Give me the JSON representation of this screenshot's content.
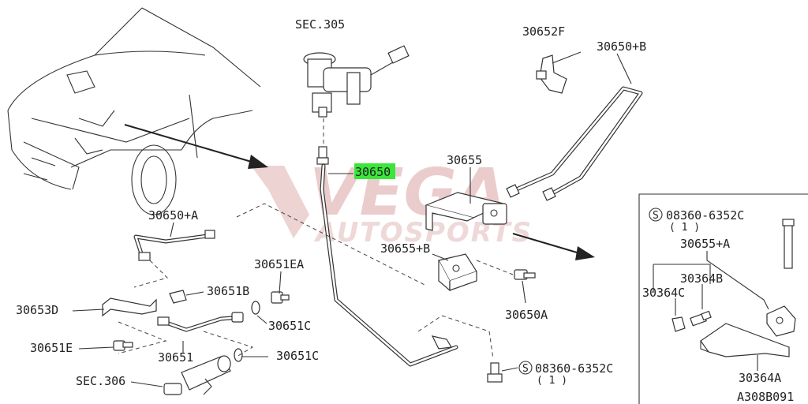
{
  "watermark": {
    "primary": "VEGA",
    "secondary": "AUTOSPORTS",
    "color": "#e8c9c9"
  },
  "highlight_color": "#39e639",
  "labels": {
    "sec305": "SEC.305",
    "p30652F": "30652F",
    "p30650B": "30650+B",
    "p30650": "30650",
    "p30655": "30655",
    "p30650A_plus": "30650+A",
    "p30651EA": "30651EA",
    "p30655B": "30655+B",
    "p30653D": "30653D",
    "p30651B": "30651B",
    "p30651C_1": "30651C",
    "p30651E": "30651E",
    "p30651": "30651",
    "p30651C_2": "30651C",
    "sec306": "SEC.306",
    "p30650A": "30650A",
    "bolt_main": "08360-6352C",
    "bolt_main_qty": "( 1 )",
    "s_symbol": "S"
  },
  "inset": {
    "bolt": "08360-6352C",
    "bolt_qty": "( 1 )",
    "s_symbol": "S",
    "p30655A": "30655+A",
    "p30364B": "30364B",
    "p30364C": "30364C",
    "p30364A": "30364A"
  },
  "diagram_code": "A308B091"
}
